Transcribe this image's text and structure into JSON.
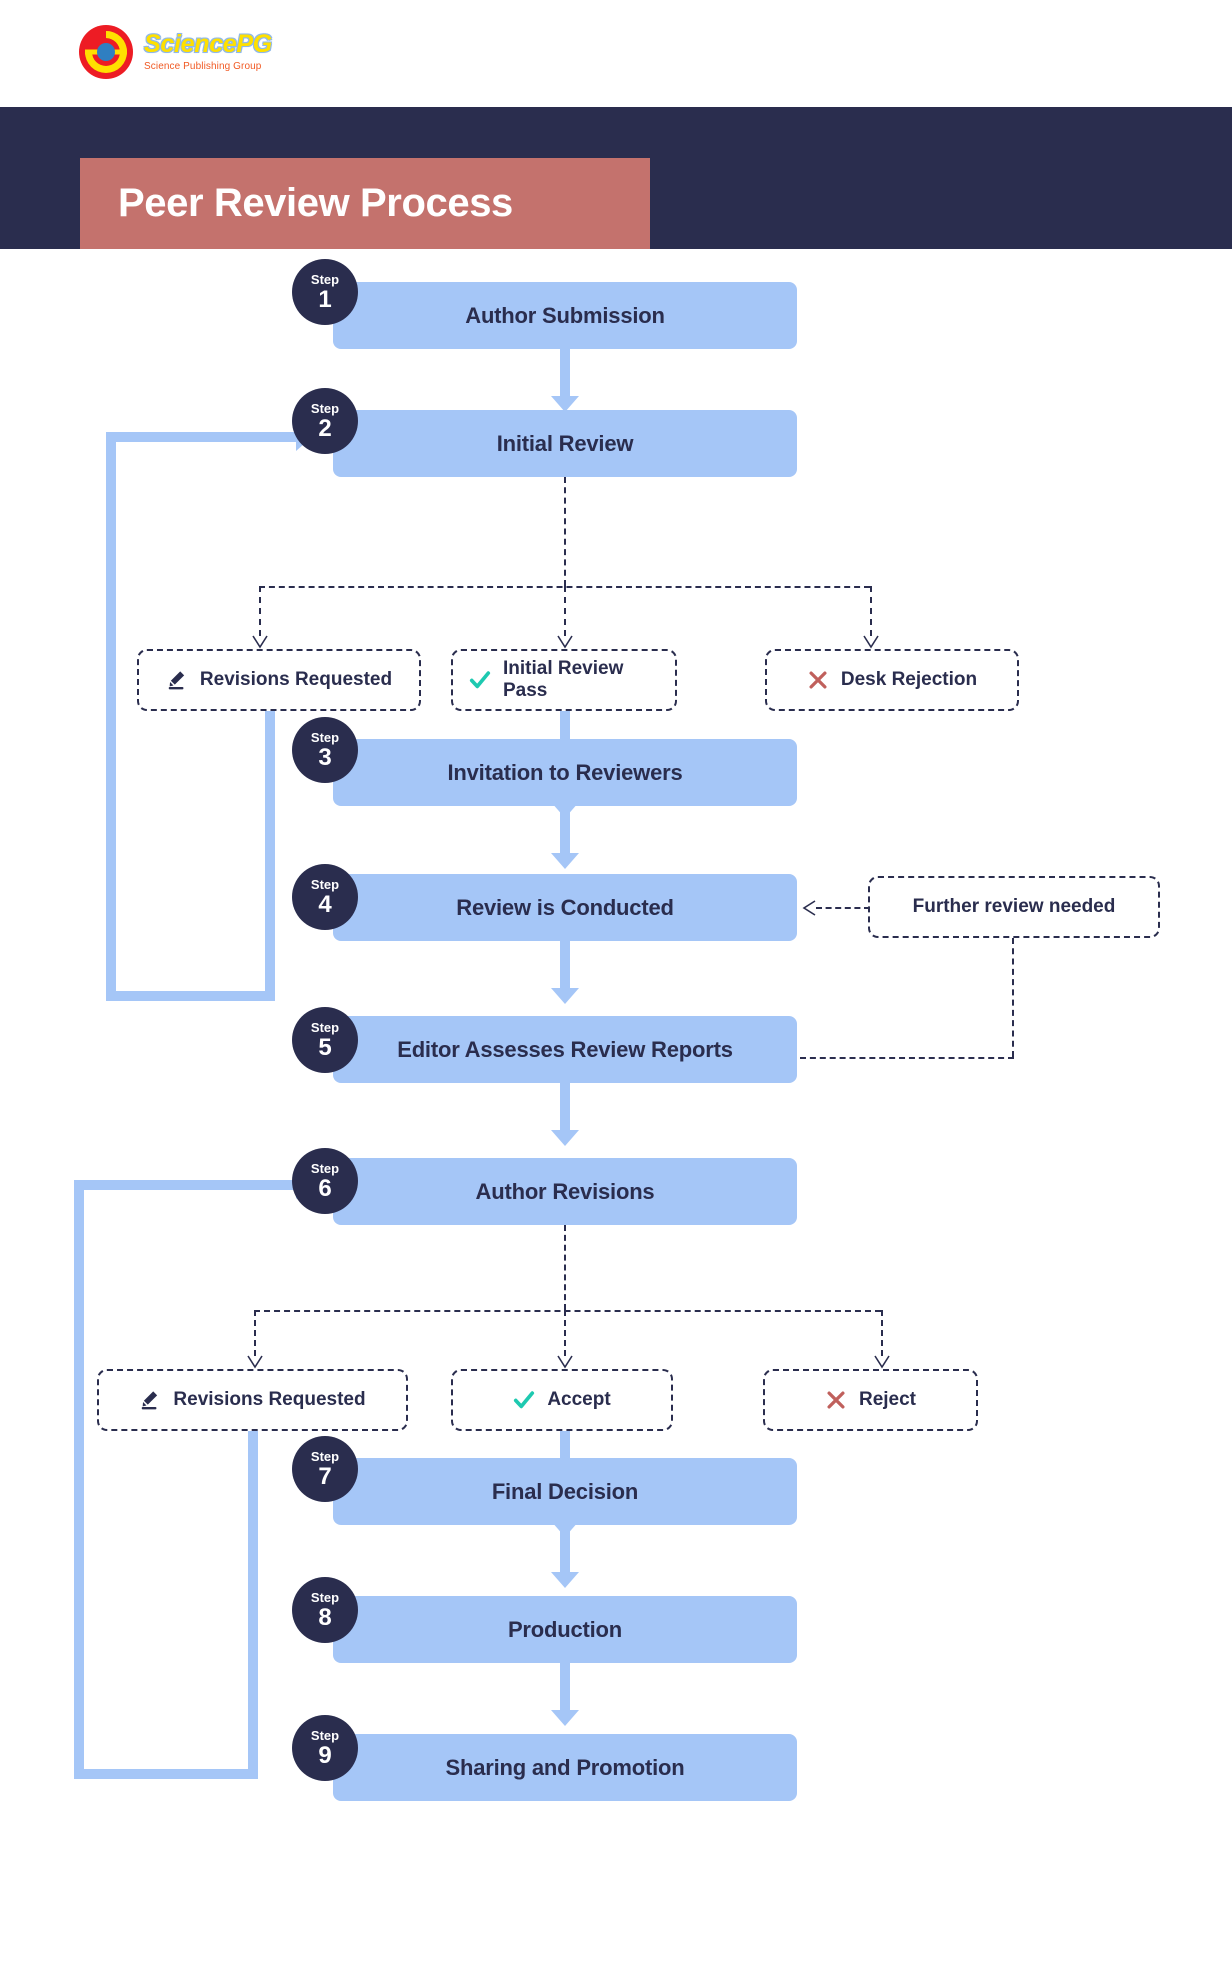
{
  "brand": {
    "logo_icon": "sciencepg-circle-logo",
    "name": "SciencePG",
    "tagline": "Science Publishing Group"
  },
  "header": {
    "title": "Peer Review Process",
    "band_color": "#2a2d4e",
    "title_block_color": "#c4726d"
  },
  "colors": {
    "navy": "#2a2d4e",
    "light_blue": "#a5c6f7",
    "salmon": "#c4726d",
    "teal": "#1ec9b0",
    "red": "#c0605c"
  },
  "flow": {
    "step_word": "Step",
    "steps": [
      {
        "number": "1",
        "label": "Author Submission"
      },
      {
        "number": "2",
        "label": "Initial Review"
      },
      {
        "number": "3",
        "label": "Invitation to Reviewers"
      },
      {
        "number": "4",
        "label": "Review is Conducted"
      },
      {
        "number": "5",
        "label": "Editor Assesses Review Reports"
      },
      {
        "number": "6",
        "label": "Author Revisions"
      },
      {
        "number": "7",
        "label": "Final Decision"
      },
      {
        "number": "8",
        "label": "Production"
      },
      {
        "number": "9",
        "label": "Sharing and Promotion"
      }
    ],
    "decisions_initial": [
      {
        "label": "Revisions Requested",
        "icon": "pen-icon"
      },
      {
        "label": "Initial Review Pass",
        "icon": "check-icon"
      },
      {
        "label": "Desk Rejection",
        "icon": "cross-icon"
      }
    ],
    "decisions_final": [
      {
        "label": "Revisions Requested",
        "icon": "pen-icon"
      },
      {
        "label": "Accept",
        "icon": "check-icon"
      },
      {
        "label": "Reject",
        "icon": "cross-icon"
      }
    ],
    "side_note": {
      "label": "Further review needed"
    }
  }
}
